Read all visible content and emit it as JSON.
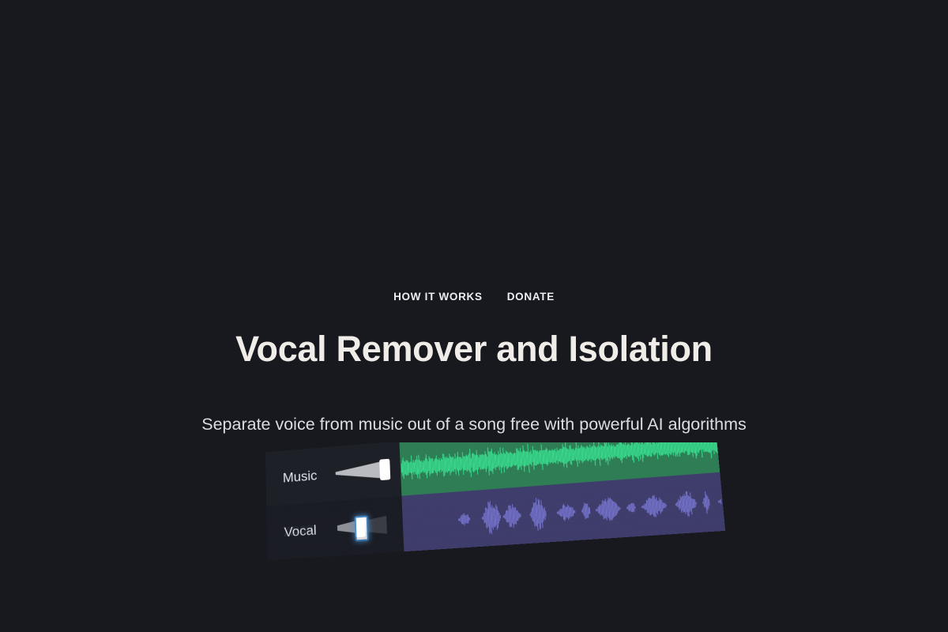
{
  "page": {
    "background_color": "#17191e",
    "title": "Vocal Remover and Isolation",
    "subtitle": "Separate voice from music out of a song free with powerful AI algorithms"
  },
  "nav": {
    "links": [
      {
        "label": "HOW IT WORKS"
      },
      {
        "label": "DONATE"
      }
    ]
  },
  "illustration": {
    "tracks": [
      {
        "name": "Music",
        "label": "Music",
        "track_color": "#2e7d54",
        "waveform_color": "#3ae896",
        "slider_position_percent": 100,
        "slider_active": false
      },
      {
        "name": "Vocal",
        "label": "Vocal",
        "track_color": "#3f3d6b",
        "waveform_color": "#7b79d6",
        "slider_position_percent": 38,
        "slider_active": true
      }
    ],
    "label_pane_color": "#1e2028",
    "slider_thumb_color": "#ffffff",
    "slider_active_glow_color": "#3b82c4"
  }
}
